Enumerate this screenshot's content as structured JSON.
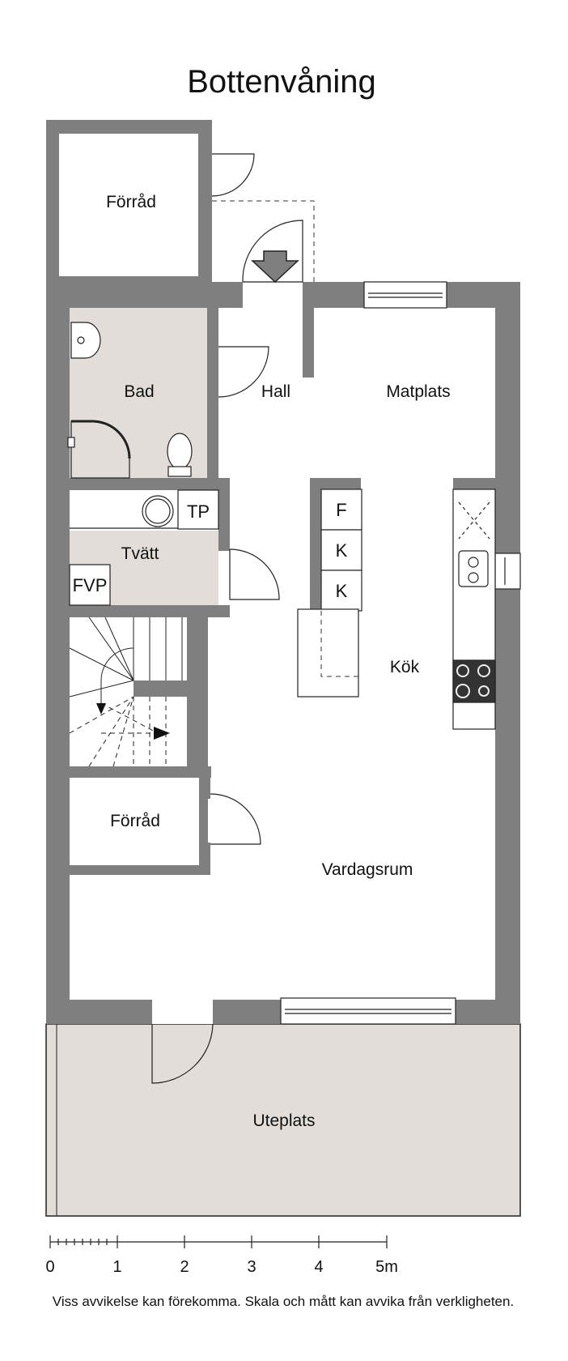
{
  "plan": {
    "title": "Bottenvåning",
    "rooms": {
      "forrad_top": "Förråd",
      "bad": "Bad",
      "hall": "Hall",
      "matplats": "Matplats",
      "tvatt": "Tvätt",
      "kok": "Kök",
      "forrad_mid": "Förråd",
      "vardagsrum": "Vardagsrum",
      "uteplats": "Uteplats"
    },
    "fixtures": {
      "tp": "TP",
      "fvp": "FVP",
      "f": "F",
      "k1": "K",
      "k2": "K"
    },
    "scale": {
      "ticks": [
        "0",
        "1",
        "2",
        "3",
        "4",
        "5m"
      ]
    },
    "disclaimer": "Viss avvikelse kan förekomma. Skala och mått kan avvika från verkligheten."
  },
  "colors": {
    "wall": "#7f7f7f",
    "room_fill": "#e2ddd8",
    "line": "#222222"
  }
}
